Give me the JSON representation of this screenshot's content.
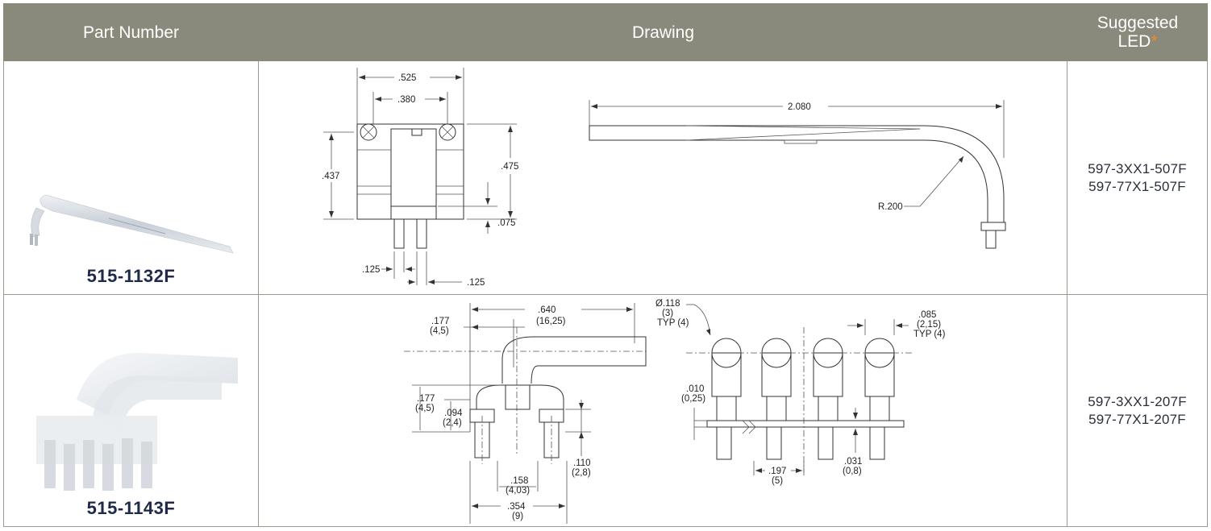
{
  "header": {
    "part_number": "Part Number",
    "drawing": "Drawing",
    "suggested_line1": "Suggested",
    "suggested_line2": "LED",
    "asterisk": "*"
  },
  "rows": [
    {
      "part_number": "515-1132F",
      "led": [
        "597-3XX1-507F",
        "597-77X1-507F"
      ],
      "dims": [
        ".525",
        ".380",
        ".437",
        ".475",
        ".075",
        ".125",
        ".125",
        "2.080",
        "R.200"
      ]
    },
    {
      "part_number": "515-1143F",
      "led": [
        "597-3XX1-207F",
        "597-77X1-207F"
      ],
      "dims": [
        ".640",
        "(16,25)",
        ".177",
        "(4,5)",
        ".177",
        "(4,5)",
        ".094",
        "(2,4)",
        ".110",
        "(2,8)",
        ".158",
        "(4,03)",
        ".354",
        "(9)",
        "Ø.118",
        "(3)",
        "TYP (4)",
        ".085",
        "(2,15)",
        "TYP (4)",
        ".010",
        "(0,25)",
        ".197",
        "(5)",
        ".031",
        "(0,8)"
      ]
    }
  ],
  "colors": {
    "header_bg": "#8a8a7c",
    "header_text": "#ffffff",
    "asterisk": "#f08a2c",
    "part_text": "#1f2a4a"
  }
}
